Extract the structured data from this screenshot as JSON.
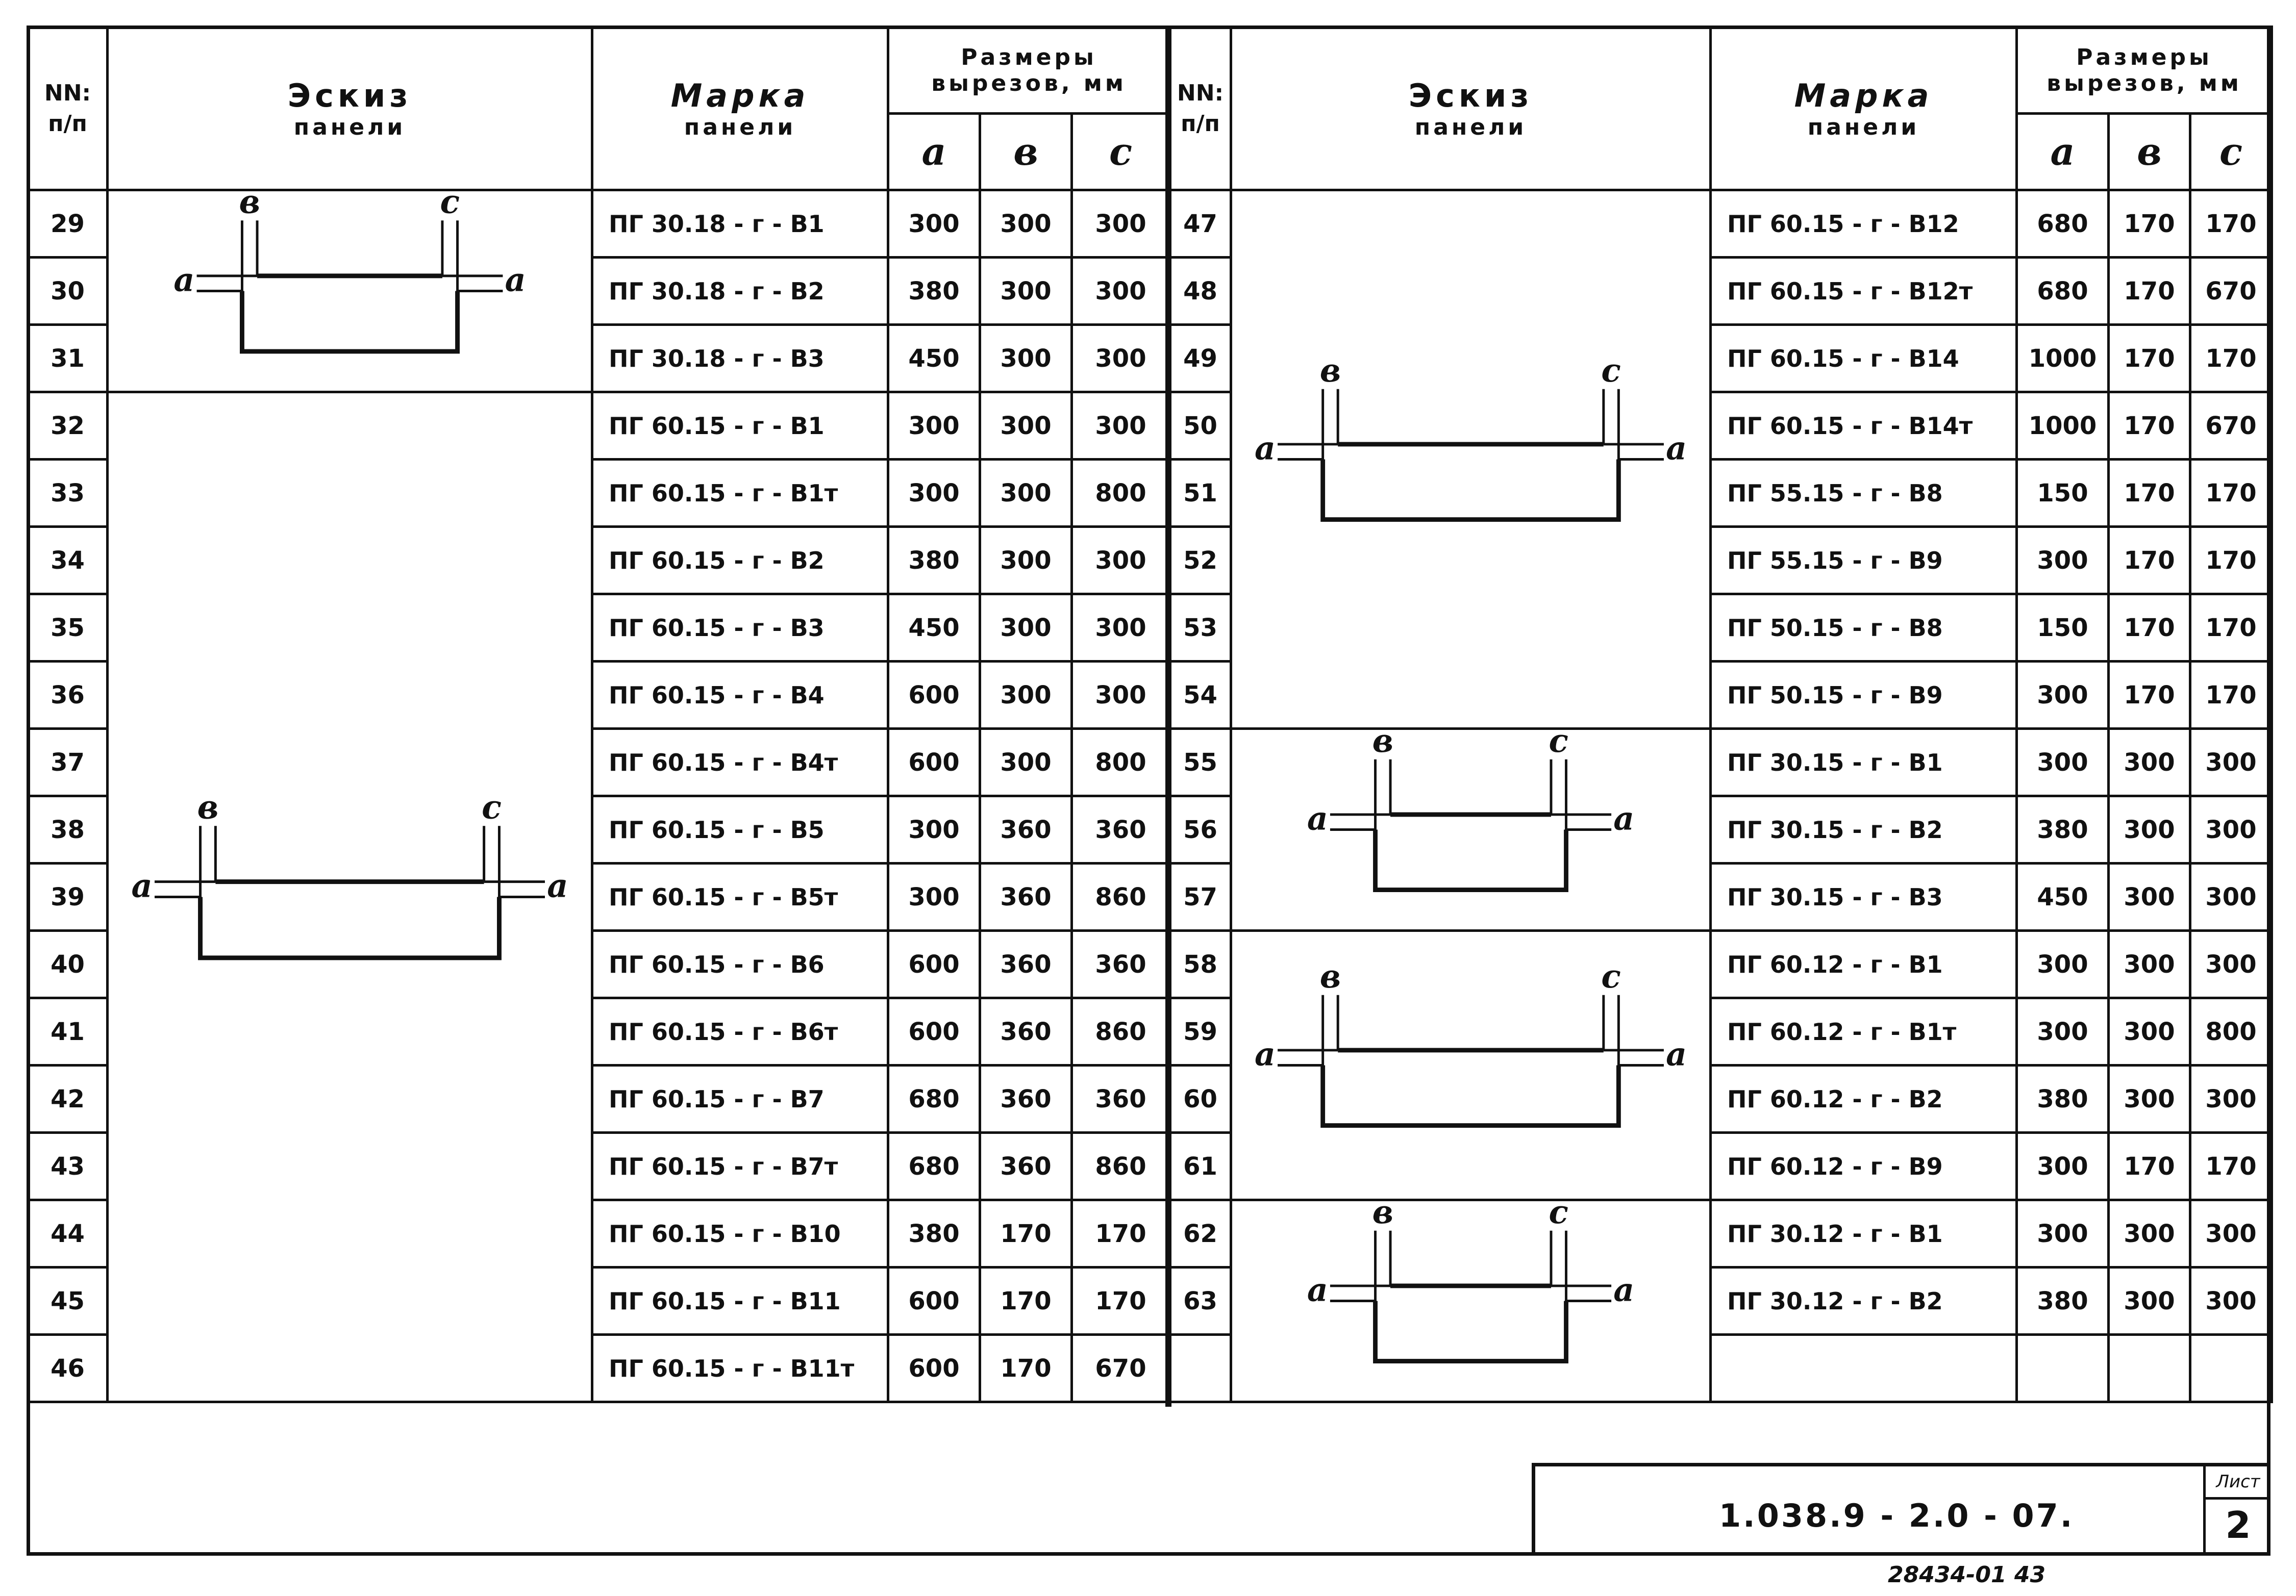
{
  "headers": {
    "nn": "NN:",
    "np": "п/п",
    "sketch_line1": "Эскиз",
    "sketch_line2": "панели",
    "mark_line1": "Марка",
    "mark_line2": "панели",
    "dims_line1": "Размеры",
    "dims_line2": "вырезов, мм",
    "col_a": "a",
    "col_b": "в",
    "col_c": "c"
  },
  "left_rows": [
    {
      "n": "29",
      "mark": "ПГ 30.18 - г - В1",
      "a": "300",
      "b": "300",
      "c": "300"
    },
    {
      "n": "30",
      "mark": "ПГ 30.18 - г - В2",
      "a": "380",
      "b": "300",
      "c": "300"
    },
    {
      "n": "31",
      "mark": "ПГ 30.18 - г - В3",
      "a": "450",
      "b": "300",
      "c": "300"
    },
    {
      "n": "32",
      "mark": "ПГ 60.15 - г - В1",
      "a": "300",
      "b": "300",
      "c": "300"
    },
    {
      "n": "33",
      "mark": "ПГ 60.15 - г - В1т",
      "a": "300",
      "b": "300",
      "c": "800"
    },
    {
      "n": "34",
      "mark": "ПГ 60.15 - г - В2",
      "a": "380",
      "b": "300",
      "c": "300"
    },
    {
      "n": "35",
      "mark": "ПГ 60.15 - г - В3",
      "a": "450",
      "b": "300",
      "c": "300"
    },
    {
      "n": "36",
      "mark": "ПГ 60.15 - г - В4",
      "a": "600",
      "b": "300",
      "c": "300"
    },
    {
      "n": "37",
      "mark": "ПГ 60.15 - г - В4т",
      "a": "600",
      "b": "300",
      "c": "800"
    },
    {
      "n": "38",
      "mark": "ПГ 60.15 - г - В5",
      "a": "300",
      "b": "360",
      "c": "360"
    },
    {
      "n": "39",
      "mark": "ПГ 60.15 - г - В5т",
      "a": "300",
      "b": "360",
      "c": "860"
    },
    {
      "n": "40",
      "mark": "ПГ 60.15 - г - В6",
      "a": "600",
      "b": "360",
      "c": "360"
    },
    {
      "n": "41",
      "mark": "ПГ 60.15 - г - В6т",
      "a": "600",
      "b": "360",
      "c": "860"
    },
    {
      "n": "42",
      "mark": "ПГ 60.15 - г - В7",
      "a": "680",
      "b": "360",
      "c": "360"
    },
    {
      "n": "43",
      "mark": "ПГ 60.15 - г - В7т",
      "a": "680",
      "b": "360",
      "c": "860"
    },
    {
      "n": "44",
      "mark": "ПГ 60.15 - г - В10",
      "a": "380",
      "b": "170",
      "c": "170"
    },
    {
      "n": "45",
      "mark": "ПГ 60.15 - г - В11",
      "a": "600",
      "b": "170",
      "c": "170"
    },
    {
      "n": "46",
      "mark": "ПГ 60.15 - г - В11т",
      "a": "600",
      "b": "170",
      "c": "670"
    }
  ],
  "right_rows": [
    {
      "n": "47",
      "mark": "ПГ 60.15 - г - В12",
      "a": "680",
      "b": "170",
      "c": "170"
    },
    {
      "n": "48",
      "mark": "ПГ 60.15 - г - В12т",
      "a": "680",
      "b": "170",
      "c": "670"
    },
    {
      "n": "49",
      "mark": "ПГ 60.15 - г - В14",
      "a": "1000",
      "b": "170",
      "c": "170"
    },
    {
      "n": "50",
      "mark": "ПГ 60.15 - г - В14т",
      "a": "1000",
      "b": "170",
      "c": "670"
    },
    {
      "n": "51",
      "mark": "ПГ 55.15 - г - В8",
      "a": "150",
      "b": "170",
      "c": "170"
    },
    {
      "n": "52",
      "mark": "ПГ 55.15 - г - В9",
      "a": "300",
      "b": "170",
      "c": "170"
    },
    {
      "n": "53",
      "mark": "ПГ 50.15 - г - В8",
      "a": "150",
      "b": "170",
      "c": "170"
    },
    {
      "n": "54",
      "mark": "ПГ 50.15 - г - В9",
      "a": "300",
      "b": "170",
      "c": "170"
    },
    {
      "n": "55",
      "mark": "ПГ 30.15 - г - В1",
      "a": "300",
      "b": "300",
      "c": "300"
    },
    {
      "n": "56",
      "mark": "ПГ 30.15 - г - В2",
      "a": "380",
      "b": "300",
      "c": "300"
    },
    {
      "n": "57",
      "mark": "ПГ 30.15 - г - В3",
      "a": "450",
      "b": "300",
      "c": "300"
    },
    {
      "n": "58",
      "mark": "ПГ 60.12 - г - В1",
      "a": "300",
      "b": "300",
      "c": "300"
    },
    {
      "n": "59",
      "mark": "ПГ 60.12 - г - В1т",
      "a": "300",
      "b": "300",
      "c": "800"
    },
    {
      "n": "60",
      "mark": "ПГ 60.12 - г - В2",
      "a": "380",
      "b": "300",
      "c": "300"
    },
    {
      "n": "61",
      "mark": "ПГ 60.12 - г - В9",
      "a": "300",
      "b": "170",
      "c": "170"
    },
    {
      "n": "62",
      "mark": "ПГ 30.12 - г - В1",
      "a": "300",
      "b": "300",
      "c": "300"
    },
    {
      "n": "63",
      "mark": "ПГ 30.12 - г - В2",
      "a": "380",
      "b": "300",
      "c": "300"
    },
    {
      "n": "",
      "mark": "",
      "a": "",
      "b": "",
      "c": ""
    }
  ],
  "sketch_labels": {
    "a": "a",
    "b": "в",
    "c": "c"
  },
  "stamp": {
    "code": "1.038.9 - 2.0 - 07.",
    "sheet_label": "Лист",
    "sheet_number": "2"
  },
  "footer_ref": "28434-01   43"
}
